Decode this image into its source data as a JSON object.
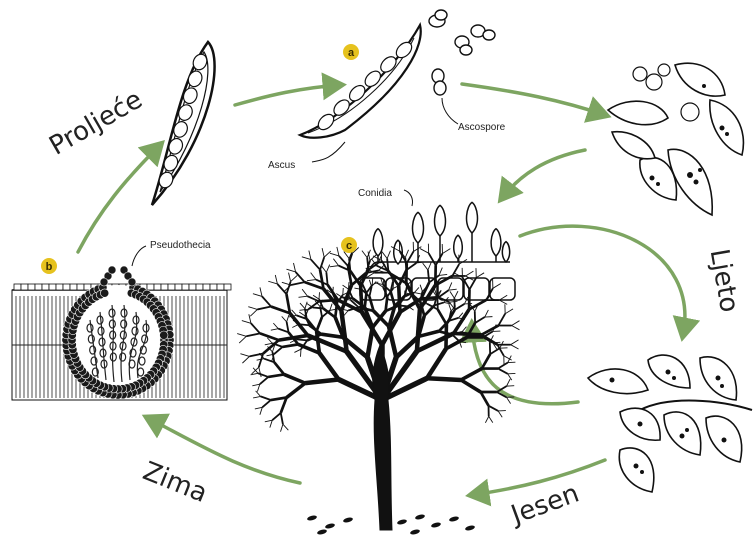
{
  "colors": {
    "arrow": "#7da561",
    "badge": "#e6c21e",
    "ink": "#111111"
  },
  "seasons": {
    "spring": "Proljeće",
    "summer": "Ljeto",
    "autumn": "Jesen",
    "winter": "Zima"
  },
  "labels": {
    "ascus": "Ascus",
    "ascospore": "Ascospore",
    "conidia": "Conidia",
    "pseudothecia": "Pseudothecia"
  },
  "stages": {
    "a": "a",
    "b": "b",
    "c": "c"
  }
}
